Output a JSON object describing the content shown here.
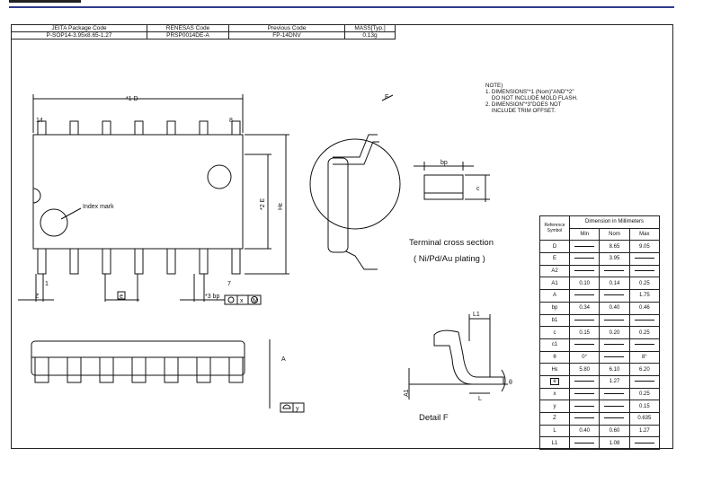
{
  "codes_table": {
    "headers": [
      "JEITA Package Code",
      "RENESAS Code",
      "Previous Code",
      "MASS[Typ.]"
    ],
    "values": [
      "P-SOP14-3.95x8.65-1.27",
      "PRSP0014DE-A",
      "FP-14DNV",
      "0.13g"
    ]
  },
  "notes": {
    "title": "NOTE)",
    "line1": "1. DIMENSIONS\"*1 (Nom)\"AND\"*2\"",
    "line2": "    DO NOT INCLUDE MOLD FLASH.",
    "line3": "2. DIMENSION\"*3\"DOES NOT",
    "line4": "    INCLUDE TRIM OFFSET."
  },
  "drawing": {
    "d_label": "*1  D",
    "e_label": "*2  E",
    "he_label": "Hε",
    "pin14": "14",
    "pin8": "8",
    "pin1": "1",
    "pin7": "7",
    "index_mark": "Index mark",
    "z_label": "Z",
    "e_pitch": "e",
    "bp_label": "*3  bp",
    "tol_x": "x",
    "tol_m": "M",
    "a_label": "A",
    "a1_label": "A1",
    "y_label": "y",
    "f_label": "F",
    "bp_top": "bp",
    "c_label": "c",
    "l1_label": "L1",
    "l_label": "L",
    "theta": "θ",
    "terminal_title": "Terminal cross section",
    "terminal_plating": "( Ni/Pd/Au plating )",
    "detail_f": "Detail F"
  },
  "dims_table": {
    "ref_header": "Reference Symbol",
    "dim_header": "Dimension in Millimeters",
    "col_min": "Min",
    "col_nom": "Nom",
    "col_max": "Max",
    "rows": [
      [
        "D",
        "",
        "8.65",
        "9.05"
      ],
      [
        "E",
        "",
        "3.95",
        ""
      ],
      [
        "A2",
        "",
        "",
        ""
      ],
      [
        "A1",
        "0.10",
        "0.14",
        "0.25"
      ],
      [
        "A",
        "",
        "",
        "1.75"
      ],
      [
        "bp",
        "0.34",
        "0.40",
        "0.46"
      ],
      [
        "b1",
        "",
        "",
        ""
      ],
      [
        "c",
        "0.15",
        "0.20",
        "0.25"
      ],
      [
        "c1",
        "",
        "",
        ""
      ],
      [
        "θ",
        "0°",
        "",
        "8°"
      ],
      [
        "Hε",
        "5.80",
        "6.10",
        "6.20"
      ],
      [
        "e",
        "",
        "1.27",
        ""
      ],
      [
        "x",
        "",
        "",
        "0.25"
      ],
      [
        "y",
        "",
        "",
        "0.15"
      ],
      [
        "Z",
        "",
        "",
        "0.635"
      ],
      [
        "L",
        "0.40",
        "0.60",
        "1.27"
      ],
      [
        "L1",
        "",
        "1.08",
        ""
      ]
    ]
  }
}
